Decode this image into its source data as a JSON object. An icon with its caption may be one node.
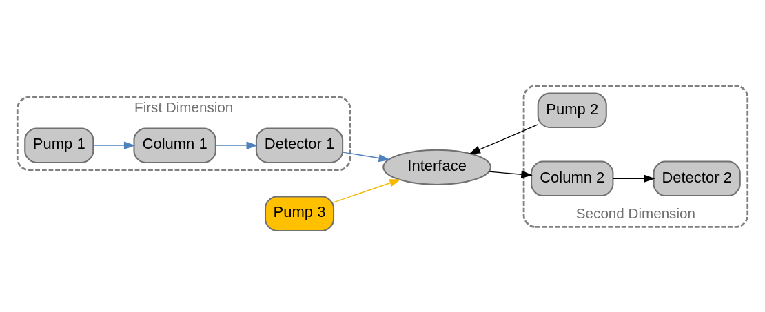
{
  "diagram": {
    "nodes": [
      {
        "text": [
          "First Dimension"
        ]
      },
      {
        "text": [
          "Pump 1"
        ],
        "in": 0
      },
      {
        "text": [
          "Column 1"
        ],
        "in": 0
      },
      {
        "text": [
          "Detector 1"
        ],
        "in": 0
      },
      {
        "text": [
          "Pump 3"
        ]
      },
      {
        "text": [
          "Interface"
        ]
      },
      {
        "text": [
          "Second Dimension"
        ]
      },
      {
        "text": [
          "Pump 2"
        ],
        "in": 6
      },
      {
        "text": [
          "Column 2"
        ],
        "in": 6
      },
      {
        "text": [
          "Detector 2"
        ],
        "in": 6
      }
    ],
    "edges": [
      {
        "from": 1,
        "to": 2,
        "arrow": "to",
        "color": "#4f81bd"
      },
      {
        "from": 2,
        "to": 3,
        "arrow": "to",
        "color": "#4f81bd"
      },
      {
        "from": 3,
        "to": 5,
        "arrow": "to",
        "color": "#4f81bd"
      },
      {
        "from": 4,
        "to": 5,
        "arrow": "to",
        "color": "#f5b800"
      },
      {
        "from": 7,
        "to": 5,
        "arrow": "to",
        "color": "#000000"
      },
      {
        "from": 5,
        "to": 8,
        "arrow": "to",
        "color": "#000000"
      },
      {
        "from": 8,
        "to": 9,
        "arrow": "to",
        "color": "#000000"
      }
    ]
  }
}
